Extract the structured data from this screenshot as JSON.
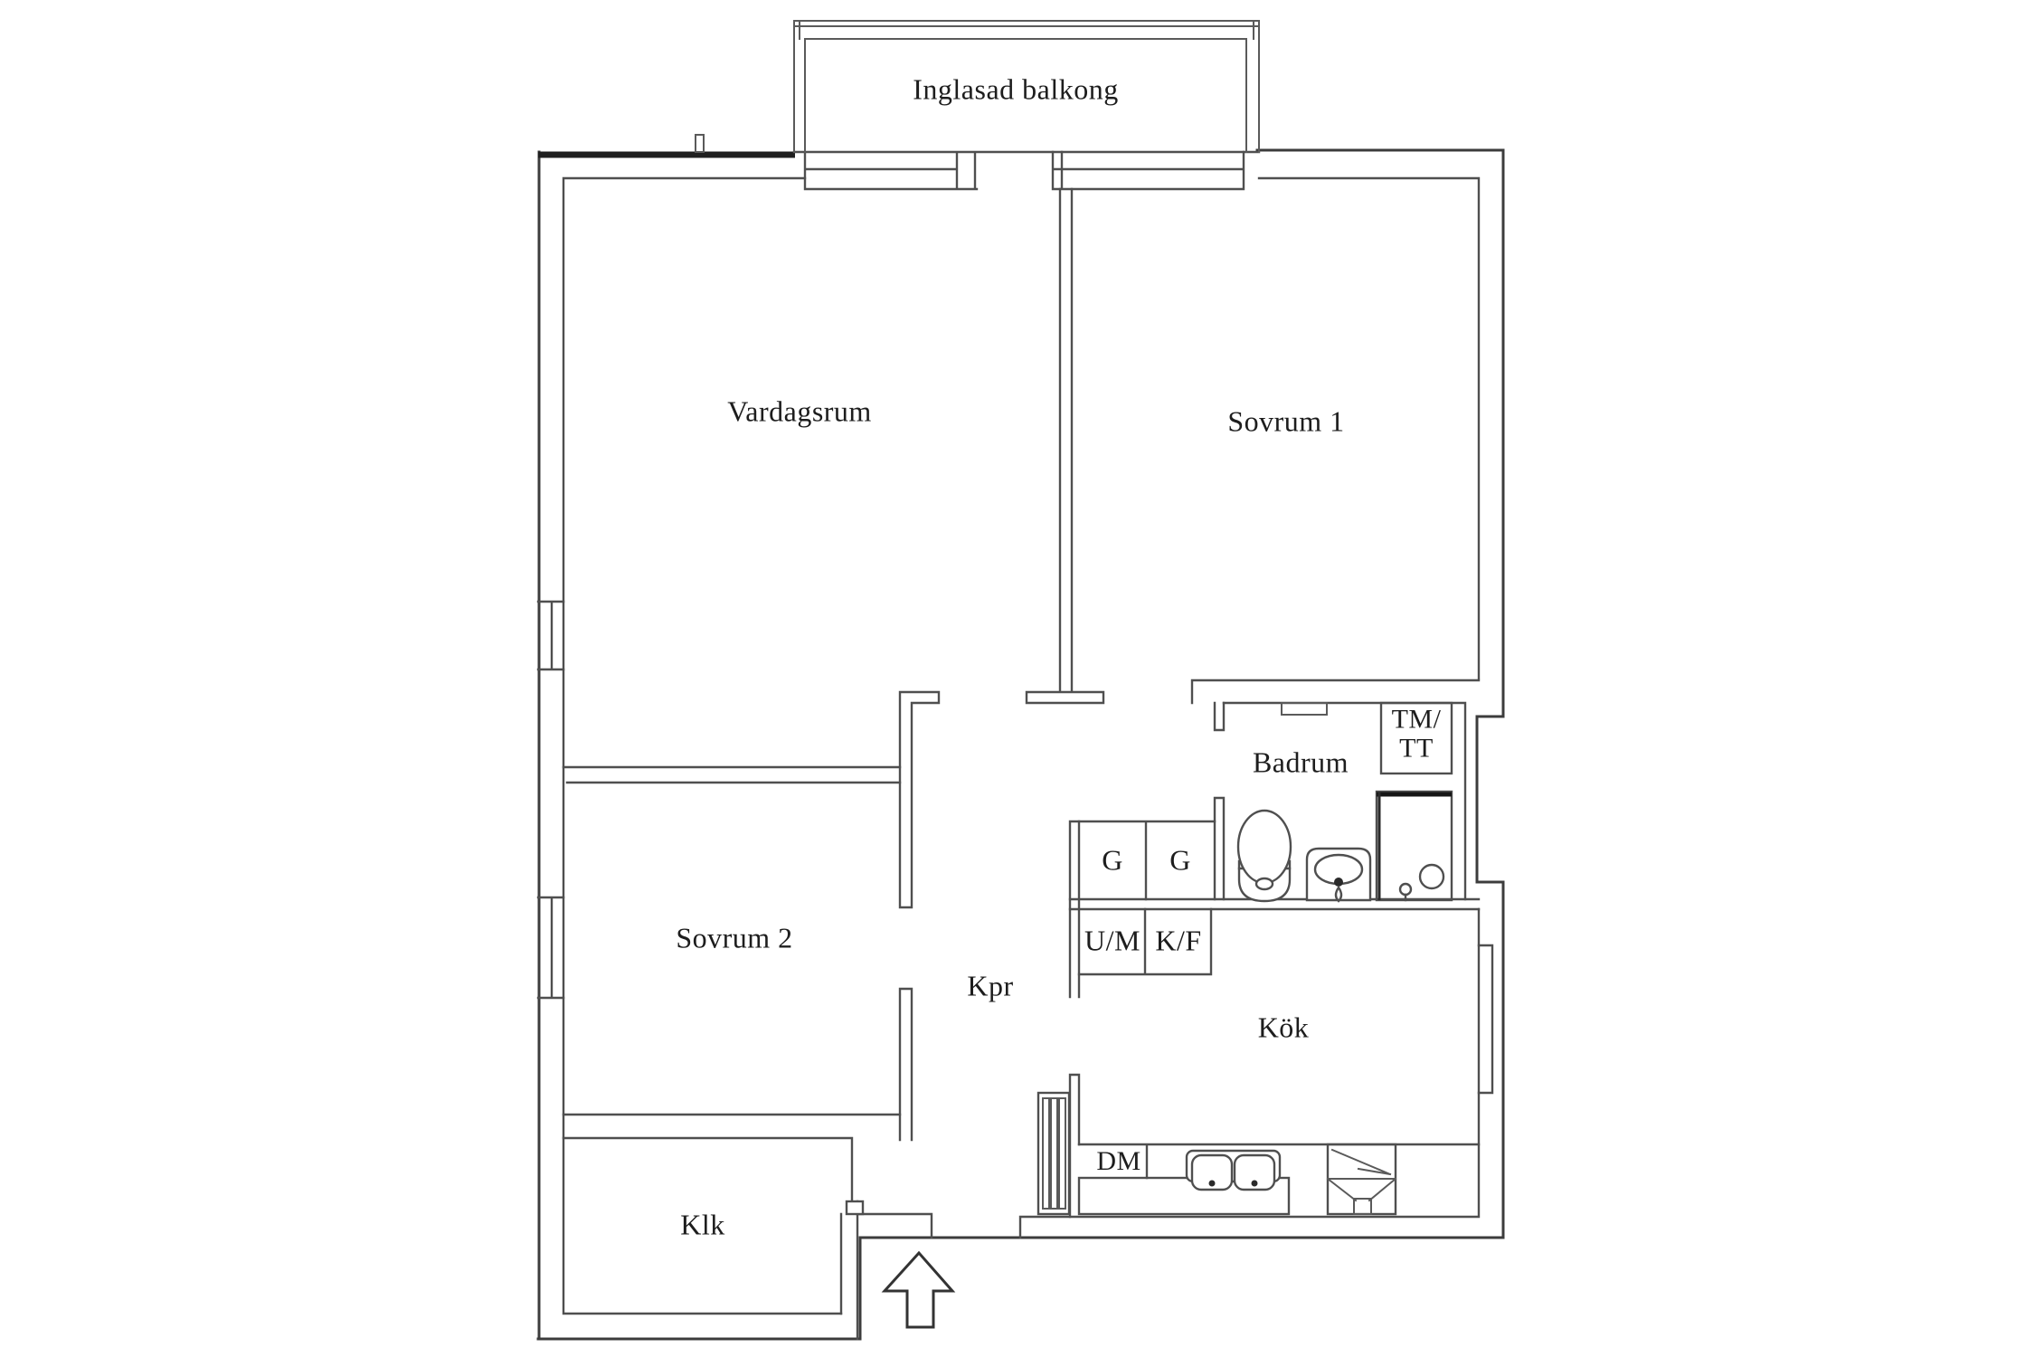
{
  "plan": {
    "type": "apartment-floor-plan",
    "labels": {
      "balcony": "Inglasad balkong",
      "living_room": "Vardagsrum",
      "bedroom1": "Sovrum 1",
      "bedroom2": "Sovrum 2",
      "bathroom": "Badrum",
      "washer_line1": "TM/",
      "washer_line2": "TT",
      "wardrobe1": "G",
      "wardrobe2": "G",
      "oven_microwave": "U/M",
      "fridge_freezer": "K/F",
      "corridor": "Kpr",
      "kitchen": "Kök",
      "dishwasher": "DM",
      "closet": "Klk"
    }
  },
  "colors": {
    "background": "#ffffff",
    "wall_line": "#4f4f4f",
    "outer_wall_line": "#3c3c3c",
    "dark_accent_line": "#1f1f1f",
    "text": "#1d1d1d"
  }
}
